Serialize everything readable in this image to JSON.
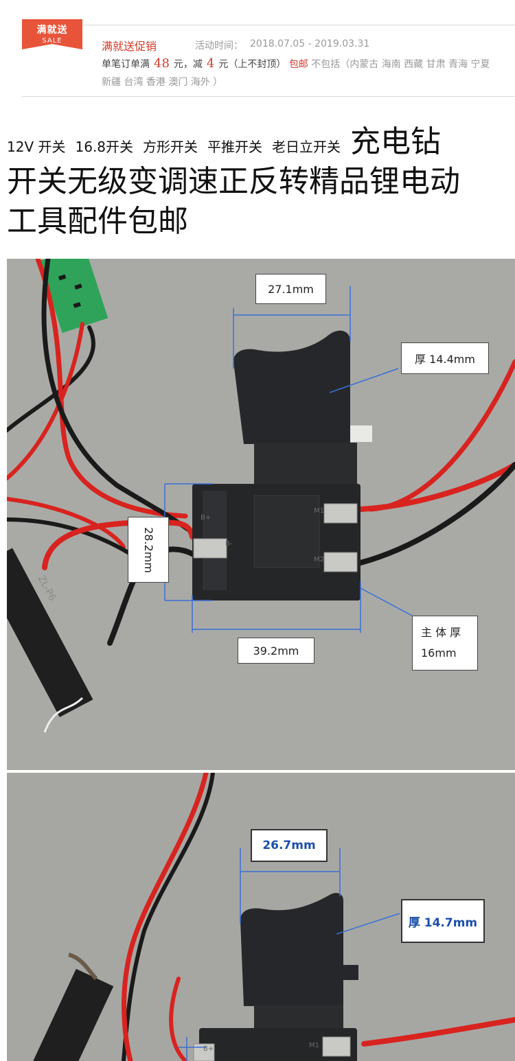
{
  "promo": {
    "badge_main": "满就送",
    "badge_sub": "SALE",
    "title": "满就送促销",
    "time_label": "活动时间：",
    "time_value": "2018.07.05 - 2019.03.31",
    "rule_prefix": "单笔订单满",
    "threshold": "48",
    "rule_mid": "元，减",
    "discount": "4",
    "rule_suffix": "元（上不封顶）",
    "shipping_label": "包邮",
    "exclusion": "不包括（内蒙古 海南 西藏 甘肃 青海 宁夏 新疆 台湾 香港 澳门 海外 ）"
  },
  "product_title": {
    "tags": [
      "12V 开关",
      "16.8开关",
      "方形开关",
      "平推开关",
      "老日立开关"
    ],
    "line1_big": "充电钻",
    "line2": "开关无级变调速正反转精品锂电动",
    "line3": "工具配件包邮"
  },
  "photo1": {
    "labels": {
      "width_trigger": "27.1mm",
      "thickness_trigger": "厚 14.4mm",
      "height_body": "28.2mm",
      "width_body": "39.2mm",
      "body_thickness_line1": "主 体 厚",
      "body_thickness_line2": "16mm"
    },
    "markings": {
      "b_plus": "B+",
      "b_minus": "B-",
      "m1": "M1",
      "m2": "M2",
      "module": "ZL-P6"
    }
  },
  "photo2": {
    "labels": {
      "width_trigger": "26.7mm",
      "thickness_trigger": "厚 14.7mm"
    },
    "markings": {
      "b_plus": "B+",
      "m1": "M1"
    }
  },
  "colors": {
    "accent_red": "#d43a2a",
    "badge": "#e8543a",
    "wire_red": "#d8231f",
    "wire_black": "#1a1a1a",
    "switch_body": "#252628",
    "pcb_green": "#2fa35a",
    "dimension_blue": "#3a6fd8"
  }
}
